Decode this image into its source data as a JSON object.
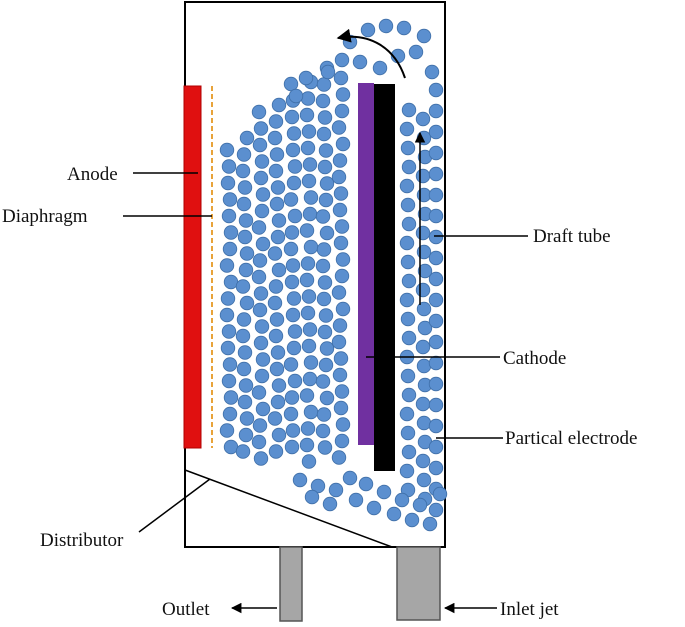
{
  "labels": {
    "anode": "Anode",
    "diaphragm": "Diaphragm",
    "draft_tube": "Draft tube",
    "cathode": "Cathode",
    "particle_electrode": "Partical electrode",
    "distributor": "Distributor",
    "outlet": "Outlet",
    "inlet_jet": "Inlet jet"
  },
  "colors": {
    "anode": "#e01010",
    "diaphragm": "#e8a33a",
    "cathode": "#7030a0",
    "draft_tube": "#000000",
    "particle": "#5b8fcf",
    "particle_stroke": "#3f6fa8",
    "pipe": "#a6a6a6",
    "outline": "#000000"
  }
}
